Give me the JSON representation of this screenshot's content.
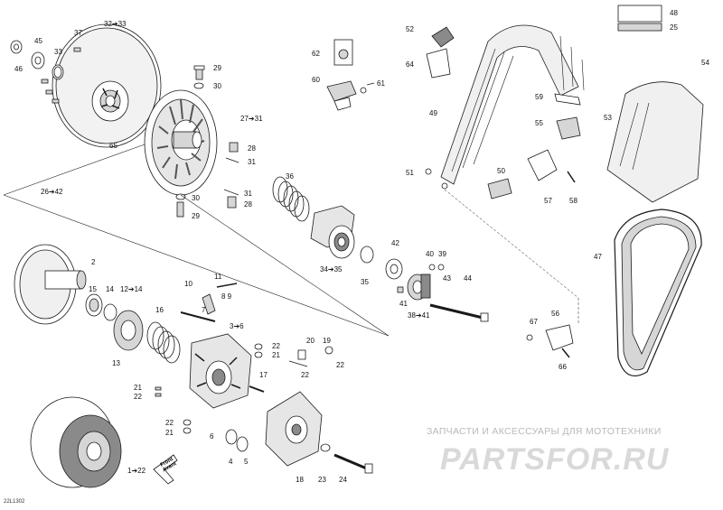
{
  "diagram": {
    "reference_code": "22L1302",
    "front_label_line1": "Front",
    "front_label_line2": "Avant",
    "callouts": [
      {
        "id": "c45",
        "text": "45"
      },
      {
        "id": "c33a",
        "text": "33"
      },
      {
        "id": "c37",
        "text": "37"
      },
      {
        "id": "c3233",
        "text": "32➔33"
      },
      {
        "id": "c46",
        "text": "46"
      },
      {
        "id": "c29a",
        "text": "29"
      },
      {
        "id": "c30a",
        "text": "30"
      },
      {
        "id": "c2731",
        "text": "27➔31"
      },
      {
        "id": "c28a",
        "text": "28"
      },
      {
        "id": "c31a",
        "text": "31"
      },
      {
        "id": "c65",
        "text": "65"
      },
      {
        "id": "c2642",
        "text": "26➔42"
      },
      {
        "id": "c36",
        "text": "36"
      },
      {
        "id": "c30b",
        "text": "30"
      },
      {
        "id": "c31b",
        "text": "31"
      },
      {
        "id": "c28b",
        "text": "28"
      },
      {
        "id": "c29b",
        "text": "29"
      },
      {
        "id": "c62",
        "text": "62"
      },
      {
        "id": "c60",
        "text": "60"
      },
      {
        "id": "c61",
        "text": "61"
      },
      {
        "id": "c52",
        "text": "52"
      },
      {
        "id": "c64",
        "text": "64"
      },
      {
        "id": "c49",
        "text": "49"
      },
      {
        "id": "c48",
        "text": "48"
      },
      {
        "id": "c25",
        "text": "25"
      },
      {
        "id": "c54",
        "text": "54"
      },
      {
        "id": "c59",
        "text": "59"
      },
      {
        "id": "c53",
        "text": "53"
      },
      {
        "id": "c55",
        "text": "55"
      },
      {
        "id": "c51",
        "text": "51"
      },
      {
        "id": "c50",
        "text": "50"
      },
      {
        "id": "c57",
        "text": "57"
      },
      {
        "id": "c58",
        "text": "58"
      },
      {
        "id": "c47",
        "text": "47"
      },
      {
        "id": "c2",
        "text": "2"
      },
      {
        "id": "c15",
        "text": "15"
      },
      {
        "id": "c14",
        "text": "14"
      },
      {
        "id": "c1214",
        "text": "12➔14"
      },
      {
        "id": "c10",
        "text": "10"
      },
      {
        "id": "c11",
        "text": "11"
      },
      {
        "id": "c89",
        "text": "8  9"
      },
      {
        "id": "c7",
        "text": "7"
      },
      {
        "id": "c16",
        "text": "16"
      },
      {
        "id": "c36b",
        "text": "3➔6"
      },
      {
        "id": "c3435",
        "text": "34➔35"
      },
      {
        "id": "c35",
        "text": "35"
      },
      {
        "id": "c42",
        "text": "42"
      },
      {
        "id": "c40",
        "text": "40"
      },
      {
        "id": "c39",
        "text": "39"
      },
      {
        "id": "c43",
        "text": "43"
      },
      {
        "id": "c44",
        "text": "44"
      },
      {
        "id": "c41",
        "text": "41"
      },
      {
        "id": "c3841",
        "text": "38➔41"
      },
      {
        "id": "c13",
        "text": "13"
      },
      {
        "id": "c22a",
        "text": "22"
      },
      {
        "id": "c21a",
        "text": "21"
      },
      {
        "id": "c20",
        "text": "20"
      },
      {
        "id": "c19",
        "text": "19"
      },
      {
        "id": "c22b",
        "text": "22"
      },
      {
        "id": "c22c",
        "text": "22"
      },
      {
        "id": "c17",
        "text": "17"
      },
      {
        "id": "c21b",
        "text": "21"
      },
      {
        "id": "c22d",
        "text": "22"
      },
      {
        "id": "c22e",
        "text": "22"
      },
      {
        "id": "c21c",
        "text": "21"
      },
      {
        "id": "c6",
        "text": "6"
      },
      {
        "id": "c4",
        "text": "4"
      },
      {
        "id": "c5",
        "text": "5"
      },
      {
        "id": "c122",
        "text": "1➔22"
      },
      {
        "id": "c18",
        "text": "18"
      },
      {
        "id": "c23",
        "text": "23"
      },
      {
        "id": "c24",
        "text": "24"
      },
      {
        "id": "c67",
        "text": "67"
      },
      {
        "id": "c56",
        "text": "56"
      },
      {
        "id": "c66",
        "text": "66"
      }
    ]
  },
  "watermark": {
    "line": "ЗАПЧАСТИ И АКСЕССУАРЫ ДЛЯ МОТОТЕХНИКИ",
    "logo": "PARTSFOR.RU"
  },
  "colors": {
    "line": "#1a1a1a",
    "part_fill": "#ffffff",
    "part_shade": "#d6d6d6",
    "dark_shade": "#8a8a8a",
    "watermark_red": "#d9d9d9"
  }
}
